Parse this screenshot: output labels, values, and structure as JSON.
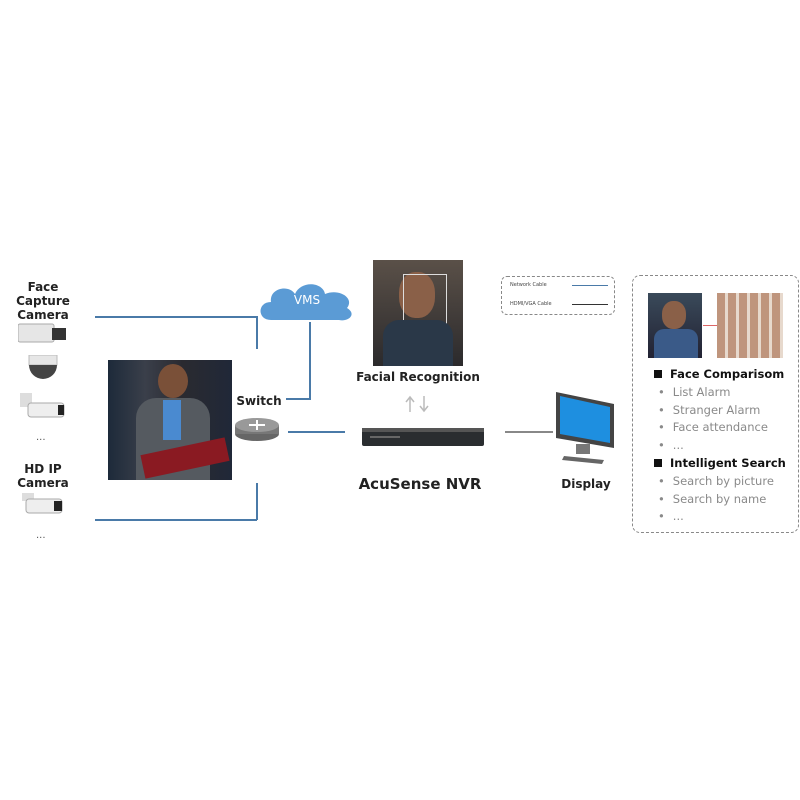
{
  "cameras": {
    "face_capture_label": "Face Capture Camera",
    "face_more": "...",
    "hd_label": "HD IP Camera",
    "hd_more": "..."
  },
  "switch": {
    "label": "Switch"
  },
  "vms": {
    "label": "VMS"
  },
  "facial": {
    "label": "Facial Recognition"
  },
  "nvr": {
    "label": "AcuSense NVR"
  },
  "display": {
    "label": "Display"
  },
  "legend": {
    "network": "Network Cable",
    "hdmi": "HDMI/VGA Cable"
  },
  "features": {
    "face_comparison": {
      "title": "Face Comparisom",
      "items": [
        "List Alarm",
        "Stranger Alarm",
        "Face attendance",
        "..."
      ]
    },
    "intelligent_search": {
      "title": "Intelligent Search",
      "items": [
        "Search by picture",
        "Search by name",
        "..."
      ]
    }
  },
  "colors": {
    "line": "#4a7aa8",
    "cloud": "#5b9bd5",
    "screen": "#1e8fe0"
  }
}
